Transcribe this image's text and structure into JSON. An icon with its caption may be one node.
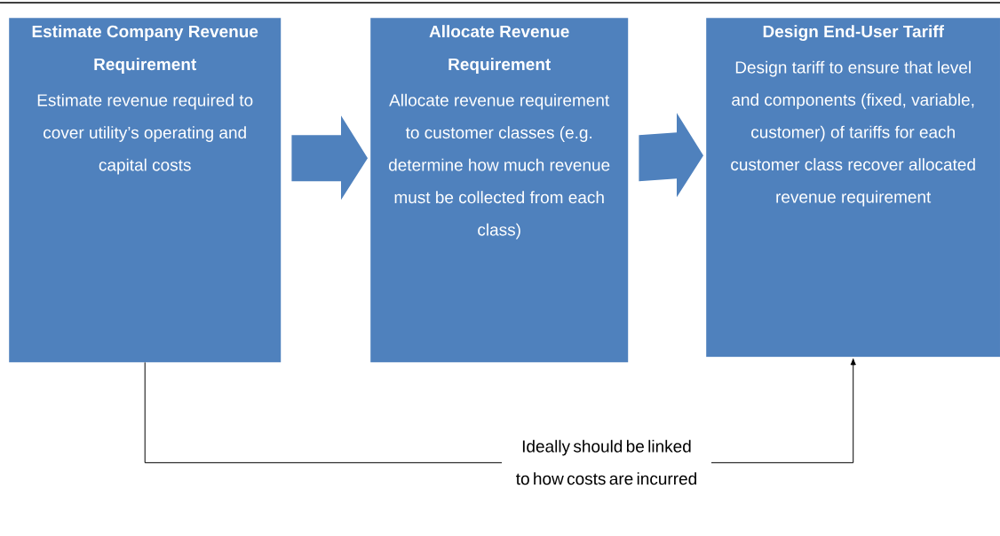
{
  "diagram": {
    "nodes": [
      {
        "text": [
          "Estimate Company Revenue Requirement",
          "Estimate revenue required to cover utility’s operating and capital costs"
        ]
      },
      {
        "text": [
          "Allocate Revenue Requirement",
          "Allocate revenue requirement to customer classes (e.g. determine how much revenue must be collected from each class)"
        ]
      },
      {
        "text": [
          "Design End-User Tariff",
          "Design tariff to ensure that level and components (fixed, variable, customer) of tariffs for each customer class recover allocated revenue requirement"
        ]
      }
    ],
    "edges": [
      {
        "from": 0,
        "to": 1,
        "arrow": "to",
        "style": "thick"
      },
      {
        "from": 1,
        "to": 2,
        "arrow": "to",
        "style": "thick"
      },
      {
        "from": 0,
        "to": 2,
        "arrow": "to",
        "color": "#000000",
        "label": "Ideally should be linked to how costs are incurred"
      }
    ]
  }
}
